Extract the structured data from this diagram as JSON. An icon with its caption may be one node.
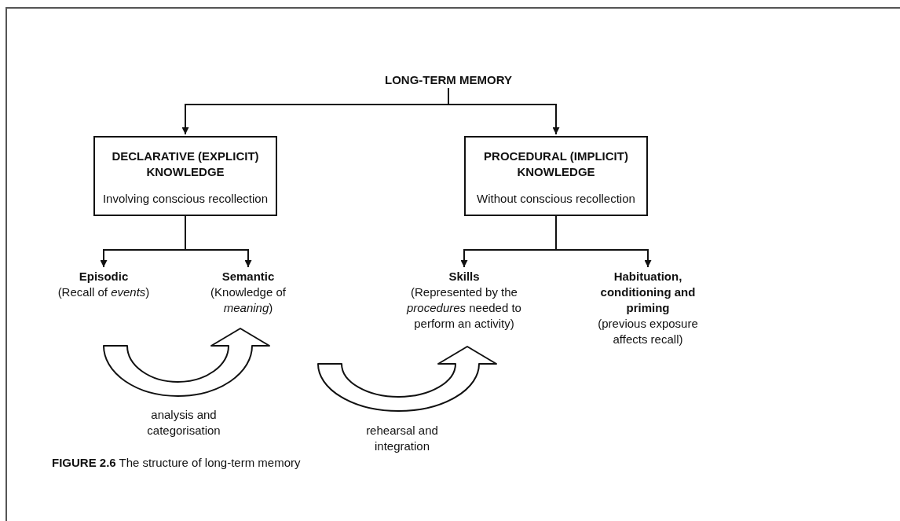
{
  "diagram": {
    "caption": "**FIGURE 2.6** The structure of long-term memory",
    "nodes": [
      {
        "text": [
          "LONG-TERM MEMORY"
        ]
      },
      {
        "text": [
          "DECLARATIVE (EXPLICIT) KNOWLEDGE",
          "Involving conscious recollection"
        ]
      },
      {
        "text": [
          "PROCEDURAL (IMPLICIT) KNOWLEDGE",
          "Without conscious recollection"
        ]
      },
      {
        "text": [
          "Episodic",
          "(Recall of *events*)"
        ]
      },
      {
        "text": [
          "Semantic",
          "(Knowledge of *meaning*)"
        ]
      },
      {
        "text": [
          "Skills",
          "(Represented by the *procedures* needed to perform an activity)"
        ]
      },
      {
        "text": [
          "Habituation, conditioning and priming",
          "(previous exposure affects recall)"
        ]
      }
    ],
    "edges": [
      {
        "from": 0,
        "to": 1,
        "arrow": "to"
      },
      {
        "from": 0,
        "to": 2,
        "arrow": "to"
      },
      {
        "from": 1,
        "to": 3,
        "arrow": "to"
      },
      {
        "from": 1,
        "to": 4,
        "arrow": "to"
      },
      {
        "from": 2,
        "to": 5,
        "arrow": "to"
      },
      {
        "from": 2,
        "to": 6,
        "arrow": "to"
      },
      {
        "from": 3,
        "to": 4,
        "arrow": "to",
        "label": "analysis and categorisation",
        "style": "thick"
      },
      {
        "from": 4,
        "to": 5,
        "arrow": "to",
        "label": "rehearsal and integration",
        "style": "thick"
      }
    ]
  }
}
